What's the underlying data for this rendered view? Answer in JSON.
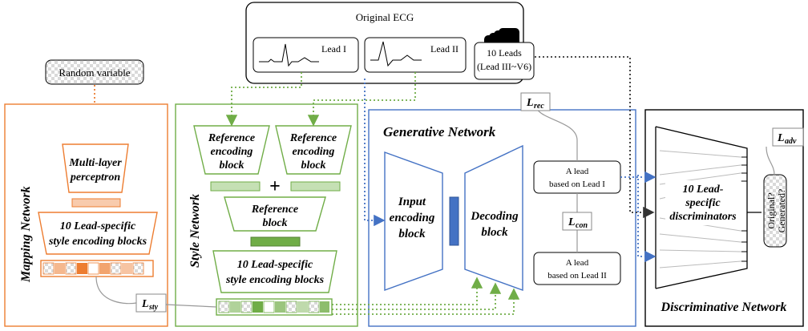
{
  "original_ecg": {
    "title": "Original ECG",
    "lead1": "Lead I",
    "lead2": "Lead II",
    "leads_line1": "10 Leads",
    "leads_line2": "(Lead III~V6)"
  },
  "random_variable": "Random variable",
  "mapping_network": {
    "title": "Mapping Network",
    "mlp_line1": "Multi-layer",
    "mlp_line2": "perceptron",
    "style_line1": "10 Lead-specific",
    "style_line2": "style encoding blocks"
  },
  "style_network": {
    "title": "Style Network",
    "ref_enc_line1": "Reference",
    "ref_enc_line2": "encoding",
    "ref_enc_line3": "block",
    "plus": "+",
    "ref_line1": "Reference",
    "ref_line2": "block",
    "style_line1": "10 Lead-specific",
    "style_line2": "style encoding blocks"
  },
  "generative_network": {
    "title": "Generative Network",
    "input_line1": "Input",
    "input_line2": "encoding",
    "input_line3": "block",
    "dec_line1": "Decoding",
    "dec_line2": "block"
  },
  "outputs": {
    "lead_a_line1": "A lead",
    "lead_a_line2": "based on Lead I",
    "lead_b_line1": "A lead",
    "lead_b_line2": "based on Lead II"
  },
  "losses": {
    "rec": "L",
    "rec_sub": "rec",
    "con": "L",
    "con_sub": "con",
    "sty": "L",
    "sty_sub": "sty",
    "adv": "L",
    "adv_sub": "adv"
  },
  "discriminative_network": {
    "title": "Discriminative Network",
    "disc_line1": "10 Lead-",
    "disc_line2": "specific",
    "disc_line3": "discriminators",
    "q_line1": "Original?",
    "q_line2": "Generated?"
  },
  "colors": {
    "orange": "#ED7D31",
    "green": "#70AD47",
    "light_green": "#C5E0B4",
    "blue": "#4472C4",
    "peach": "#F8CBAD"
  }
}
